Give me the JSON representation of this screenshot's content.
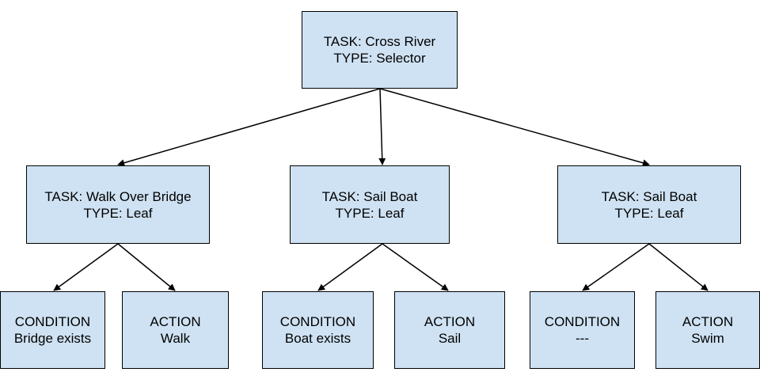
{
  "root": {
    "line1": "TASK: Cross River",
    "line2": "TYPE: Selector"
  },
  "tasks": [
    {
      "line1": "TASK: Walk Over Bridge",
      "line2": "TYPE: Leaf"
    },
    {
      "line1": "TASK: Sail Boat",
      "line2": "TYPE: Leaf"
    },
    {
      "line1": "TASK: Sail Boat",
      "line2": "TYPE: Leaf"
    }
  ],
  "leaves": [
    {
      "line1": "CONDITION",
      "line2": "Bridge exists"
    },
    {
      "line1": "ACTION",
      "line2": "Walk"
    },
    {
      "line1": "CONDITION",
      "line2": "Boat exists"
    },
    {
      "line1": "ACTION",
      "line2": "Sail"
    },
    {
      "line1": "CONDITION",
      "line2": "---"
    },
    {
      "line1": "ACTION",
      "line2": "Swim"
    }
  ],
  "colors": {
    "node_fill": "#cfe2f3",
    "stroke": "#000000",
    "background": "#ffffff"
  }
}
